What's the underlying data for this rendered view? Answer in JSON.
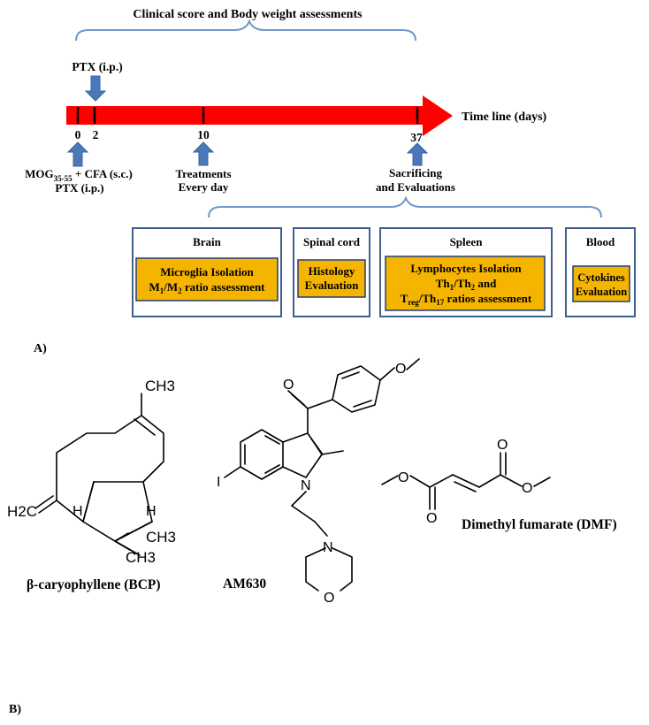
{
  "panel_a": {
    "top_brace_label": "Clinical score and Body weight assessments",
    "ptx_top": "PTX (i.p.)",
    "timeline_label": "Time line (days)",
    "days": [
      "0",
      "2",
      "10",
      "37"
    ],
    "mog_line": {
      "main": "MOG",
      "sub": "35-55",
      "rest": " + CFA (s.c.)"
    },
    "ptx_bottom": "PTX (i.p.)",
    "treatments": [
      "Treatments",
      "Every day"
    ],
    "sacrificing": [
      "Sacrificing",
      "and Evaluations"
    ],
    "boxes": {
      "brain": {
        "title": "Brain",
        "line1": "Microglia Isolation",
        "line2_parts": [
          "M",
          "1",
          "/M",
          "2",
          " ratio assessment"
        ]
      },
      "spinal": {
        "title": "Spinal cord",
        "line1": "Histology",
        "line2": "Evaluation"
      },
      "spleen": {
        "title": "Spleen",
        "line1": "Lymphocytes Isolation",
        "line2_parts": [
          "Th",
          "1",
          "/Th",
          "2",
          " and"
        ],
        "line3_parts": [
          "T",
          "reg",
          "/Th",
          "17",
          " ratios assessment"
        ]
      },
      "blood": {
        "title": "Blood",
        "line1": "Cytokines",
        "line2": "Evaluation"
      }
    },
    "panel_label": "A)",
    "colors": {
      "timeline": "#ff0000",
      "arrows": "#4a78b8",
      "yellow": "#f5b400",
      "box_border": "#3f5f8f",
      "brace": "#6f98c8"
    }
  },
  "panel_b": {
    "bcp_atoms": {
      "ch3_top": "CH3",
      "h2c": "H2C",
      "h_left": "H",
      "h_right": "H",
      "ch3_a": "CH3",
      "ch3_b": "CH3"
    },
    "am630_atoms": {
      "o_carbonyl": "O",
      "o_methoxy": "O",
      "i": "I",
      "n_indole": "N",
      "n_morph": "N",
      "o_morph": "O"
    },
    "dmf_atoms": {
      "o1": "O",
      "o2": "O",
      "o3": "O",
      "o4": "O"
    },
    "captions": {
      "bcp": "β-caryophyllene (BCP)",
      "am630": "AM630",
      "dmf": "Dimethyl fumarate (DMF)"
    },
    "panel_label": "B)"
  }
}
